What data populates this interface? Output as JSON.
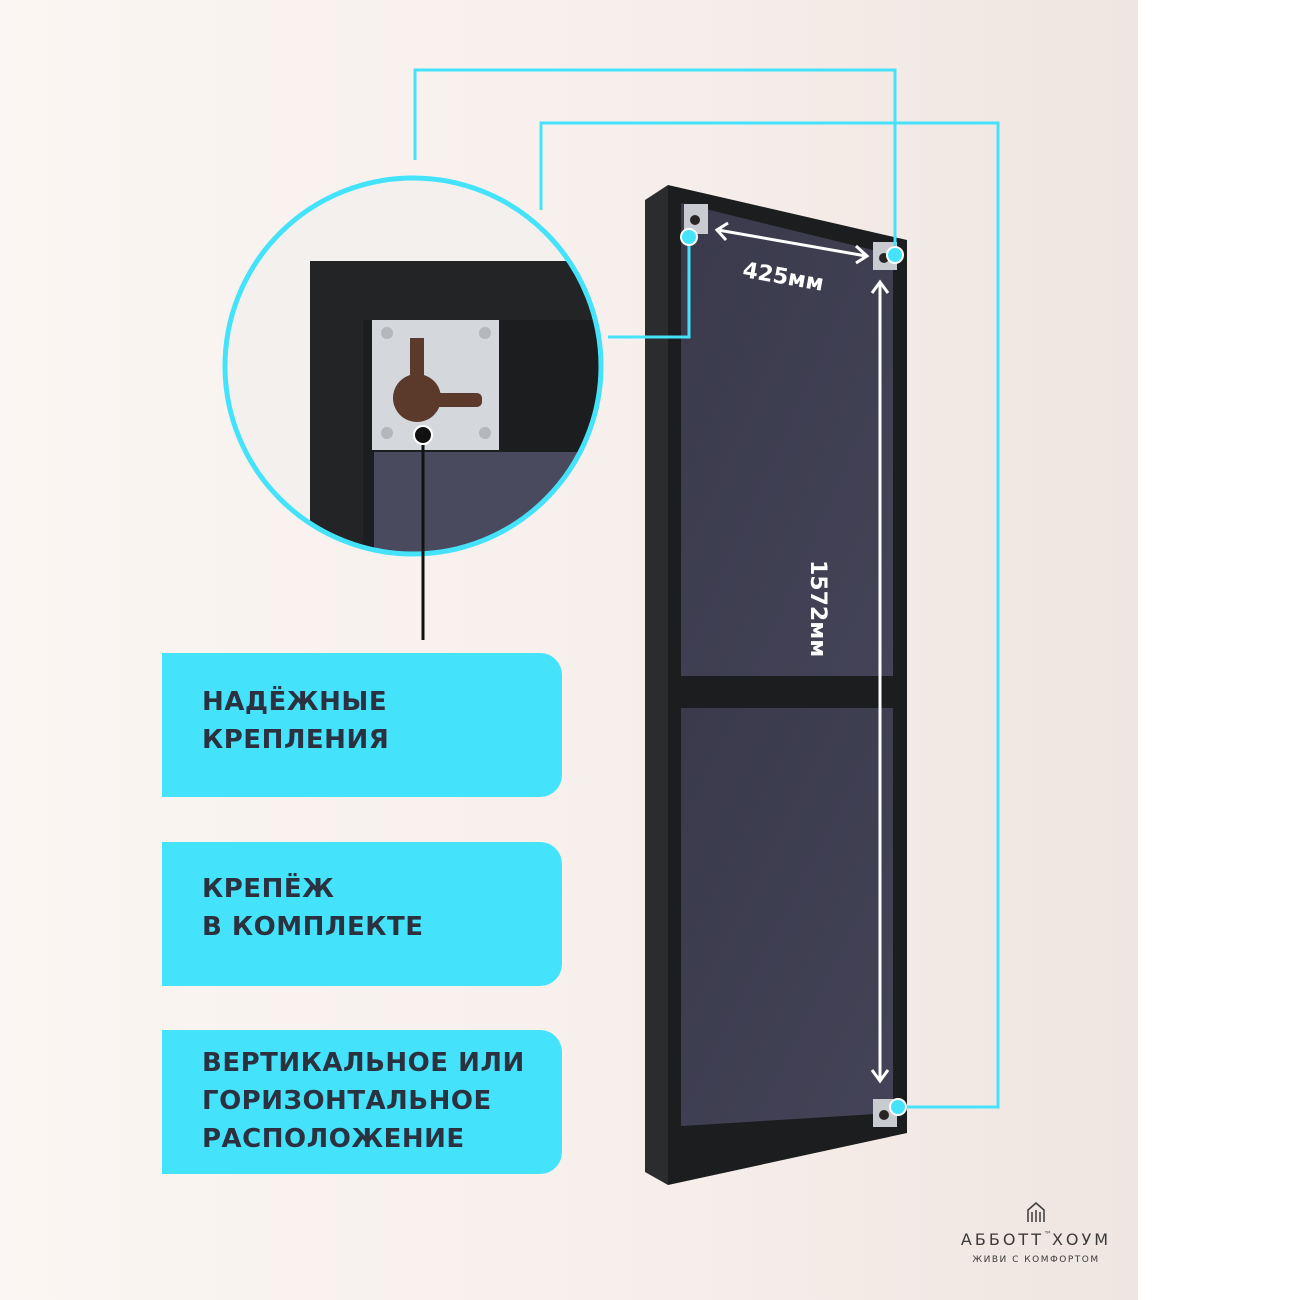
{
  "features": [
    {
      "lines": [
        "НАДЁЖНЫЕ",
        "КРЕПЛЕНИЯ"
      ]
    },
    {
      "lines": [
        "КРЕПЁЖ",
        "В КОМПЛЕКТЕ"
      ]
    },
    {
      "lines": [
        "ВЕРТИКАЛЬНОЕ ИЛИ",
        "ГОРИЗОНТАЛЬНОЕ",
        "РАСПОЛОЖЕНИЕ"
      ]
    }
  ],
  "dimensions": {
    "width": "425мм",
    "height": "1572мм"
  },
  "brand": {
    "name": "АББОТТ",
    "trademark": "™",
    "name_suffix": "ХОУМ",
    "tagline": "ЖИВИ С КОМФОРТОМ"
  },
  "colors": {
    "accent": "#45e3fb",
    "frame": "#1b1d1e",
    "mirror": "#3d3d4e",
    "text": "#2c3140"
  }
}
